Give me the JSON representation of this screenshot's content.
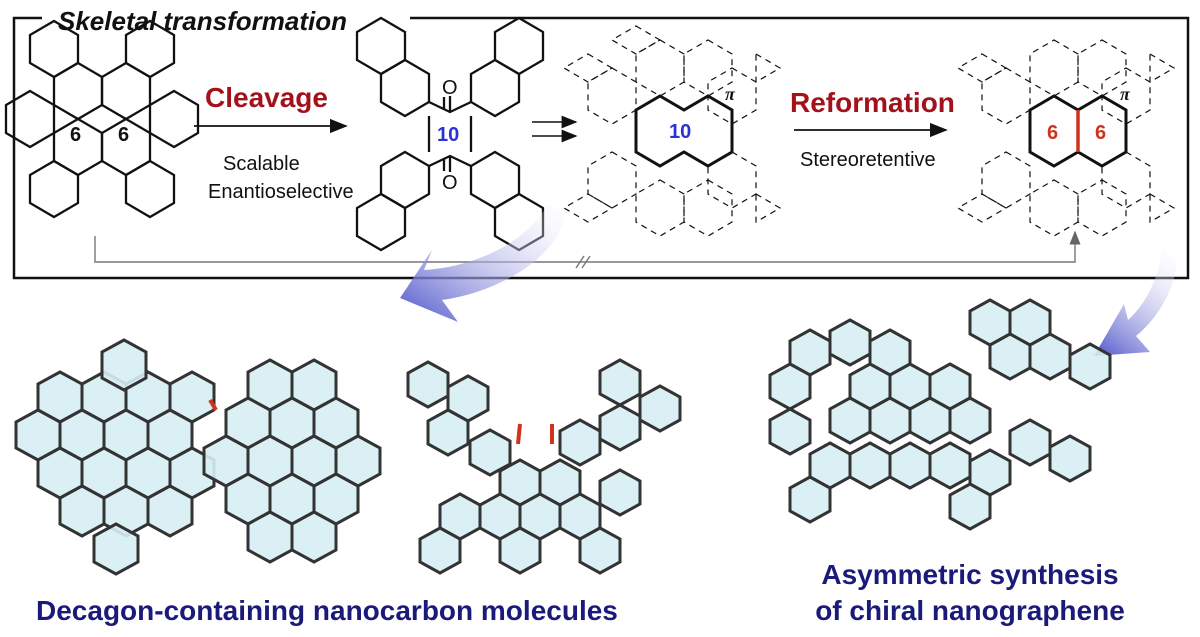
{
  "frame": {
    "title": "Skeletal transformation"
  },
  "steps": {
    "cleavage": {
      "label": "Cleavage",
      "notes": [
        "Scalable",
        "Enantioselective"
      ]
    },
    "reformation": {
      "label": "Reformation",
      "notes": [
        "Stereoretentive"
      ]
    }
  },
  "molecules": {
    "start_ring_labels": [
      "6",
      "6"
    ],
    "ketone_ring_label": "10",
    "ketone_atom_labels": [
      "O",
      "O"
    ],
    "pi_ring_label": "10",
    "pi_symbol": "π",
    "final_ring_labels": [
      "6",
      "6"
    ]
  },
  "captions": {
    "left": "Decagon-containing nanocarbon molecules",
    "right": [
      "Asymmetric synthesis",
      "of chiral nanographene"
    ]
  },
  "colors": {
    "step_label": "#a3121b",
    "ring_label_blue": "#2a32d6",
    "ring_label_red": "#d0321d",
    "caption": "#1a1a7a",
    "bond_red": "#d0321d",
    "arrow_gradient_from": "#ffffff",
    "arrow_gradient_to": "#5b5fd0",
    "hex_fill": "#d6eef3",
    "hex_stroke": "#333333"
  },
  "icons": [
    "curved-arrow-icon",
    "reaction-arrow-icon",
    "broken-arrow-icon"
  ]
}
